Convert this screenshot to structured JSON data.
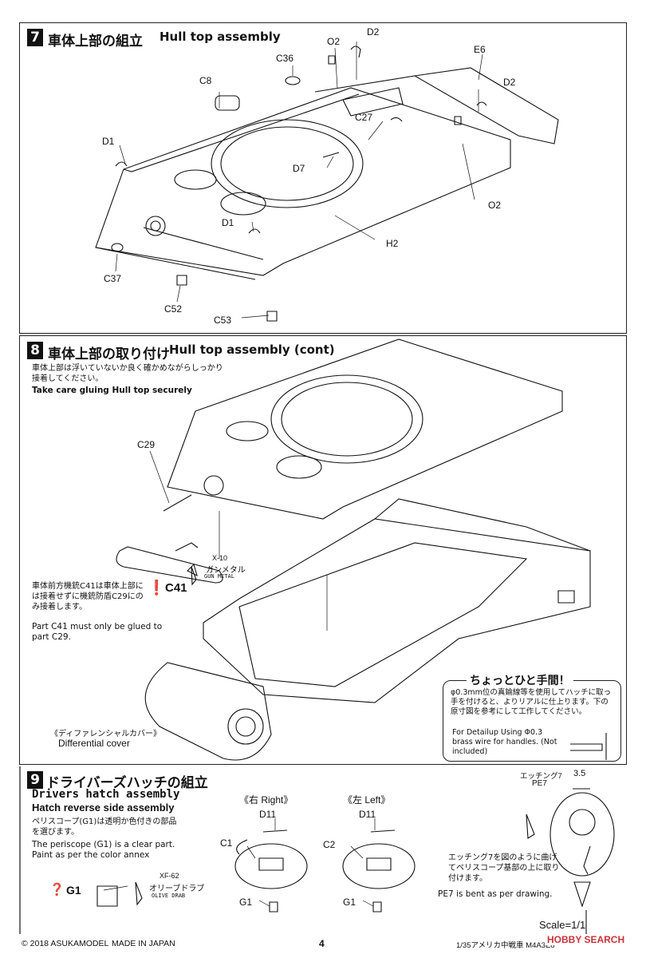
{
  "step7": {
    "number": "7",
    "title_jp": "車体上部の組立",
    "title_en": "Hull top assembly",
    "parts": [
      "O2",
      "D2",
      "E6",
      "C36",
      "C8",
      "D2",
      "C27",
      "D1",
      "D7",
      "O2",
      "H2",
      "D1",
      "C37",
      "C52",
      "C53"
    ]
  },
  "step8": {
    "number": "8",
    "title_jp": "車体上部の取り付け",
    "title_en": "Hull top assembly (cont)",
    "note_jp": "車体上部は浮いていないか良く確かめながらしっかり接着してください。",
    "note_en": "Take care gluing Hull top securely",
    "part_c29": "C29",
    "part_c41": "C41",
    "paint_code": "X-10",
    "paint_jp": "ガンメタル",
    "paint_en": "GUN METAL",
    "mg_note_jp": "車体前方機銃C41は車体上部には接着せずに機銃防盾C29にのみ接着します。",
    "mg_note_en": "Part C41 must only be glued to part C29.",
    "diff_jp": "《ディファレンシャルカバー》",
    "diff_en": "Differential cover"
  },
  "tip": {
    "title": "ちょっとひと手間！",
    "text_jp": "φ0.3mm位の真鍮線等を使用してハッチに取っ手を付けると、よりリアルに仕上ります。下の原寸図を参考にして工作してください。",
    "text_en": "For Detailup Using Φ0.3 brass wire for handles. (Not included)"
  },
  "step9": {
    "number": "9",
    "title_jp": "ドライバーズハッチの組立",
    "title_en": "Drivers hatch assembly",
    "subtitle": "Hatch reverse side assembly",
    "periscope_jp": "ペリスコープ(G1)は透明か色付きの部品を選びます。",
    "periscope_en": "The periscope (G1) is a clear part. Paint as per the color annex",
    "part_g1": "G1",
    "paint_code": "XF-62",
    "paint_jp": "オリーブドラブ",
    "paint_en": "OLIVE DRAB",
    "right_label": "《右 Right》",
    "left_label": "《左 Left》",
    "right_parts": [
      "D11",
      "C1",
      "G1"
    ],
    "left_parts": [
      "D11",
      "C2",
      "G1"
    ],
    "etch_label": "エッチング7",
    "etch_part": "PE7",
    "etch_dim": "3.5",
    "etch_note_jp": "エッチング7を図のように曲げてペリスコープ基部の上に取り付けます。",
    "etch_note_en": "PE7 is bent as per drawing.",
    "scale": "Scale=1/1"
  },
  "footer": {
    "copyright": "© 2018 ASUKAMODEL",
    "made_in": "MADE IN JAPAN",
    "page": "4",
    "product": "1/35アメリカ中戦車 M4A3E8",
    "watermark": "HOBBY SEARCH"
  }
}
